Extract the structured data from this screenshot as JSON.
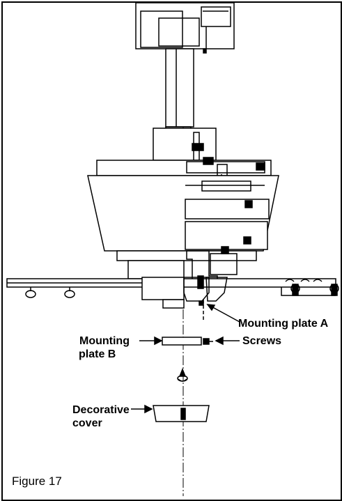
{
  "figure": {
    "caption": "Figure 17"
  },
  "callouts": {
    "mounting_plate_a": "Mounting plate A",
    "mounting_plate_b_line1": "Mounting",
    "mounting_plate_b_line2": "plate B",
    "screws": "Screws",
    "decorative_cover_line1": "Decorative",
    "decorative_cover_line2": "cover"
  },
  "colors": {
    "ink": "#000000",
    "paper": "#ffffff"
  }
}
